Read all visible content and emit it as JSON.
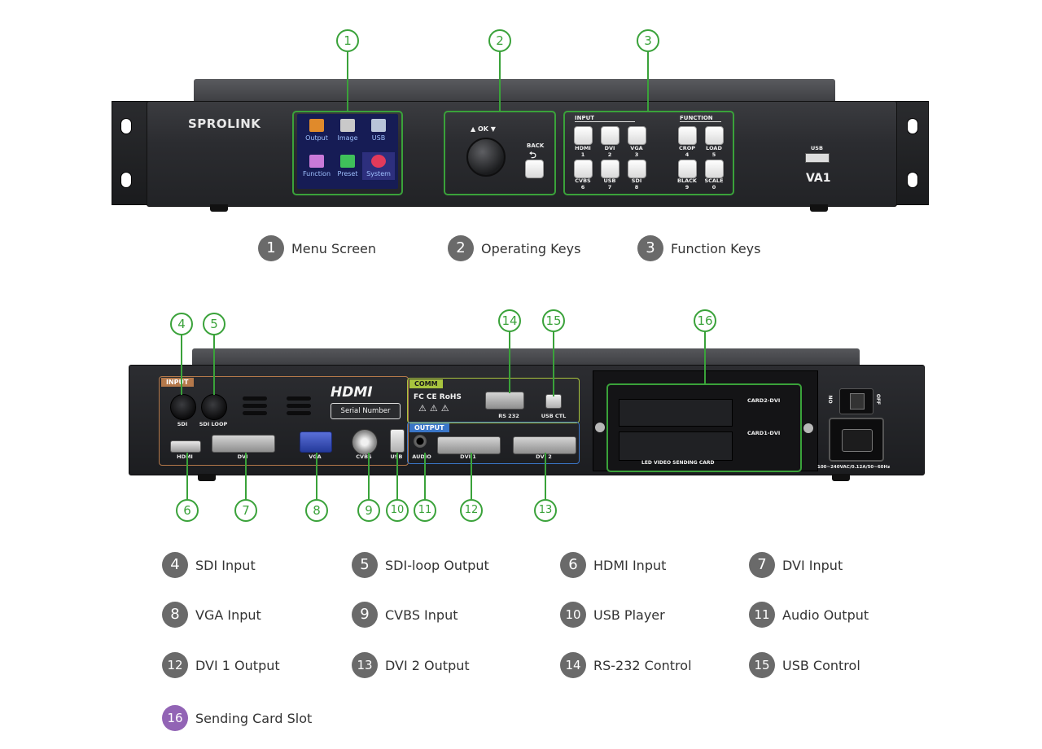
{
  "front": {
    "brand": "SPROLINK",
    "model": "VA1",
    "usb_label": "USB",
    "menu_items": [
      "Output",
      "Image",
      "USB",
      "Function",
      "Preset",
      "System"
    ],
    "ok_label": "▲ OK ▼",
    "back_label": "BACK",
    "input_group_label": "INPUT",
    "function_group_label": "FUNCTION",
    "input_keys": [
      {
        "name": "HDMI",
        "num": "1"
      },
      {
        "name": "DVI",
        "num": "2"
      },
      {
        "name": "VGA",
        "num": "3"
      },
      {
        "name": "CVBS",
        "num": "6"
      },
      {
        "name": "USB",
        "num": "7"
      },
      {
        "name": "SDI",
        "num": "8"
      }
    ],
    "function_keys": [
      {
        "name": "CROP",
        "num": "4"
      },
      {
        "name": "LOAD",
        "num": "5"
      },
      {
        "name": "BLACK",
        "num": "9"
      },
      {
        "name": "SCALE",
        "num": "0"
      }
    ]
  },
  "rear": {
    "input_tag": "INPUT",
    "comm_tag": "COMM",
    "output_tag": "OUTPUT",
    "hdmi_logo": "HDMI",
    "serial_number": "Serial Number",
    "cert_marks": "FC CE RoHS",
    "ports": {
      "sdi": "SDI",
      "sdi_loop": "SDI LOOP",
      "hdmi": "HDMI",
      "dvi": "DVI",
      "vga": "VGA",
      "cvbs": "CVBS",
      "usb": "USB",
      "rs232": "RS 232",
      "usb_ctl": "USB CTL",
      "audio": "AUDIO",
      "dvi1": "DVI 1",
      "dvi2": "DVI 2"
    },
    "card2": "CARD2-DVI",
    "card1": "CARD1-DVI",
    "card_slot_label": "LED VIDEO SENDING CARD",
    "switch_on": "ON",
    "switch_off": "OFF",
    "power_rating": "100~240VAC/0.12A/50~60Hz"
  },
  "callouts": [
    "1",
    "2",
    "3",
    "4",
    "5",
    "6",
    "7",
    "8",
    "9",
    "10",
    "11",
    "12",
    "13",
    "14",
    "15",
    "16"
  ],
  "legend_front": [
    {
      "num": "1",
      "label": "Menu Screen"
    },
    {
      "num": "2",
      "label": "Operating Keys"
    },
    {
      "num": "3",
      "label": "Function Keys"
    }
  ],
  "legend_rear": [
    {
      "num": "4",
      "label": "SDI Input"
    },
    {
      "num": "5",
      "label": "SDI-loop Output"
    },
    {
      "num": "6",
      "label": "HDMI Input"
    },
    {
      "num": "7",
      "label": "DVI Input"
    },
    {
      "num": "8",
      "label": "VGA Input"
    },
    {
      "num": "9",
      "label": "CVBS Input"
    },
    {
      "num": "10",
      "label": "USB Player"
    },
    {
      "num": "11",
      "label": "Audio Output"
    },
    {
      "num": "12",
      "label": "DVI 1 Output"
    },
    {
      "num": "13",
      "label": "DVI 2 Output"
    },
    {
      "num": "14",
      "label": "RS-232 Control"
    },
    {
      "num": "15",
      "label": "USB Control"
    },
    {
      "num": "16",
      "label": "Sending Card Slot"
    }
  ],
  "colors": {
    "callout_green": "#3aa23a",
    "legend_grey": "#6a6a6a",
    "legend_purple": "#9264b5"
  }
}
